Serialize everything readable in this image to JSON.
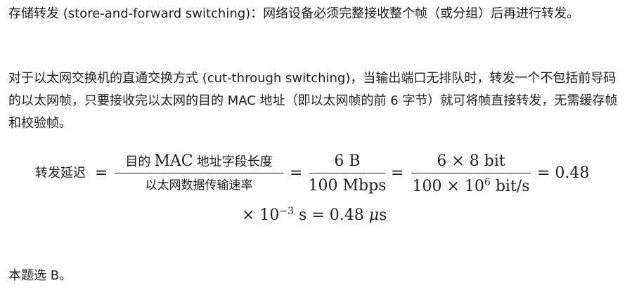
{
  "paragraphs": {
    "p1": "存储转发 (store-and-forward switching)：网络设备必须完整接收整个帧（或分组）后再进行转发。",
    "p2": "对于以太网交换机的直通交换方式 (cut-through switching)，当输出端口无排队时，转发一个不包括前导码的以太网帧，只要接收完以太网的目的 MAC 地址（即以太网帧的前 6 字节）就可将帧直接转发，无需缓存帧和校验帧。",
    "p4": "本题选 B。"
  },
  "formula": {
    "lhs": "转发延迟",
    "eq": "=",
    "frac1_num_cjk1": "目的",
    "frac1_num_mac": "MAC",
    "frac1_num_cjk2": "地址字段长度",
    "frac1_den": "以太网数据传输速率",
    "frac2_num": "6 B",
    "frac2_den": "100 Mbps",
    "frac3_num": "6 × 8 bit",
    "frac3_den_a": "100 × 10",
    "frac3_den_exp": "6",
    "frac3_den_b": " bit/s",
    "result_a": "= 0.48",
    "line2_a": "× 10",
    "line2_exp": "−3",
    "line2_b": " s = 0.48 ",
    "line2_mu": "μ",
    "line2_c": "s"
  }
}
